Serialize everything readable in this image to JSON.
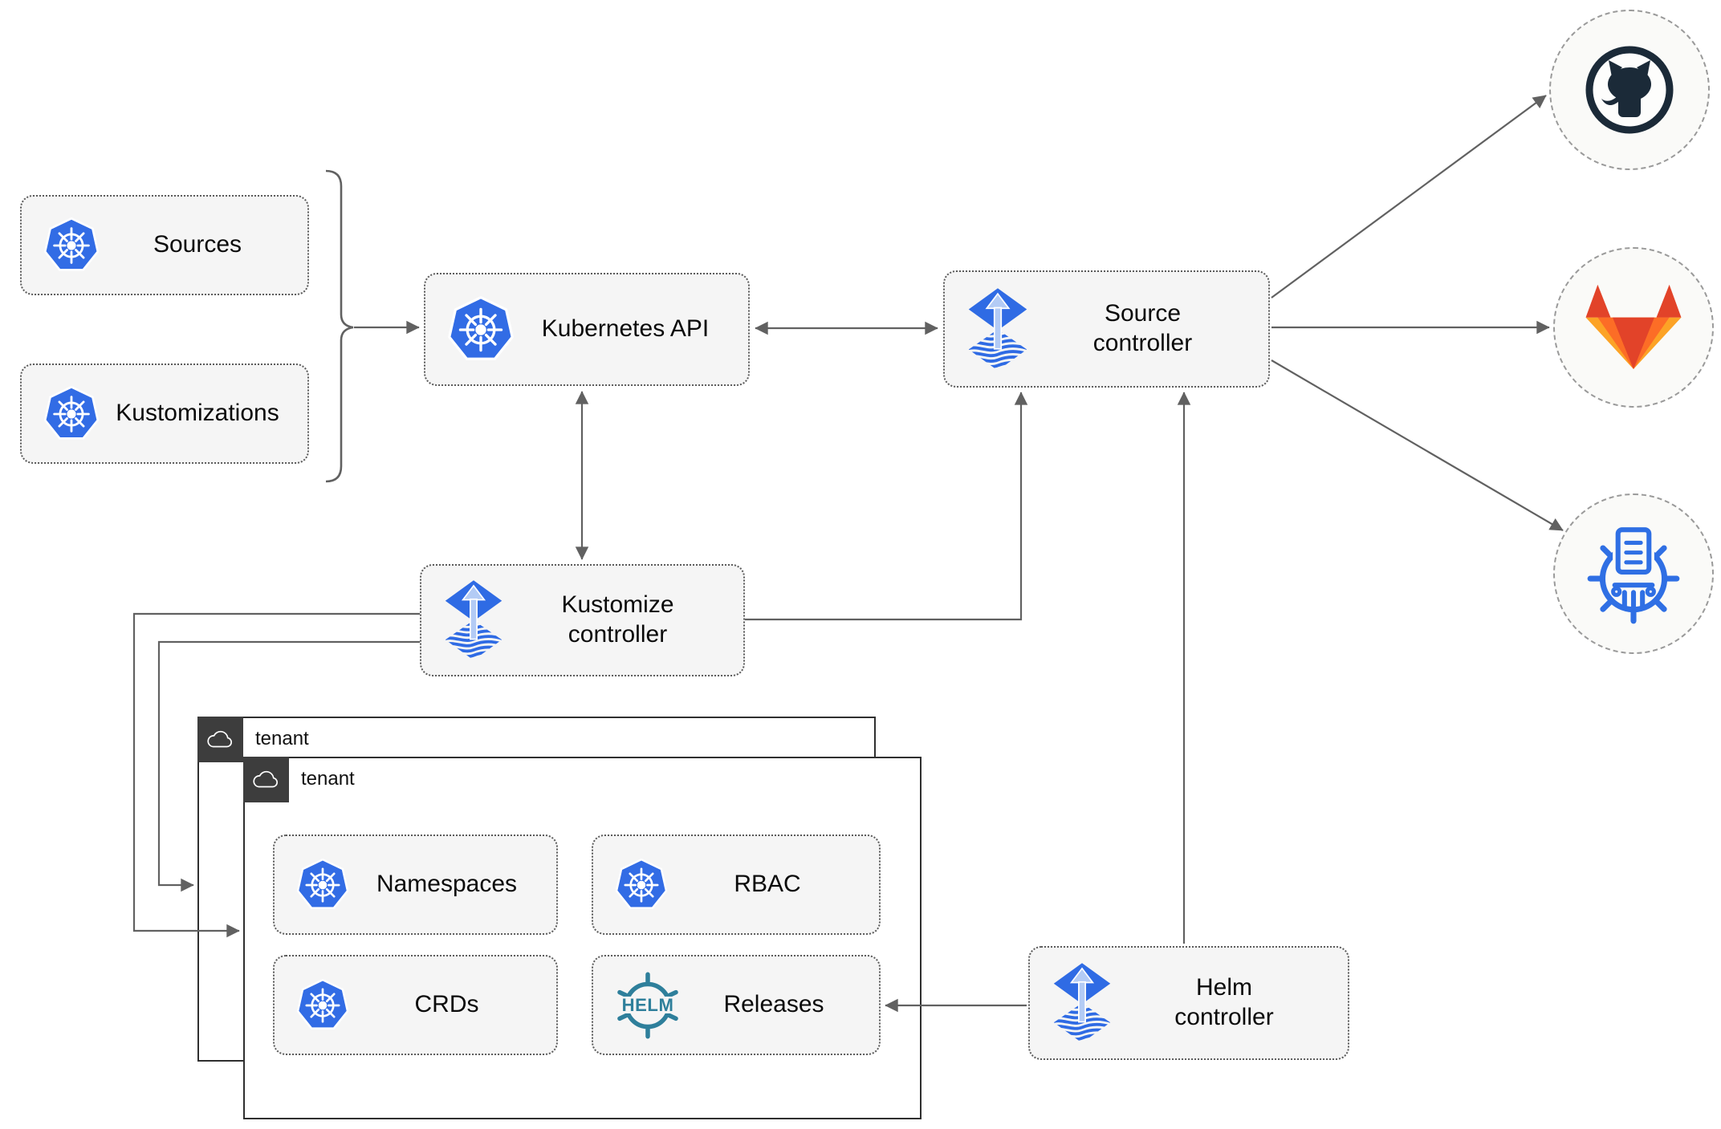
{
  "nodes": {
    "sources": {
      "label": "Sources",
      "icon": "kubernetes-icon"
    },
    "kustomizations": {
      "label": "Kustomizations",
      "icon": "kubernetes-icon"
    },
    "kubernetes_api": {
      "label": "Kubernetes API",
      "icon": "kubernetes-icon"
    },
    "source_controller": {
      "label": "Source controller",
      "icon": "flux-icon"
    },
    "kustomize_controller": {
      "label": "Kustomize controller",
      "icon": "flux-icon"
    },
    "helm_controller": {
      "label": "Helm controller",
      "icon": "flux-icon"
    }
  },
  "tenant_groups": {
    "outer": {
      "label": "tenant",
      "icon": "cloud-icon"
    },
    "inner": {
      "label": "tenant",
      "icon": "cloud-icon"
    }
  },
  "tenant_items": {
    "namespaces": {
      "label": "Namespaces",
      "icon": "kubernetes-icon"
    },
    "rbac": {
      "label": "RBAC",
      "icon": "kubernetes-icon"
    },
    "crds": {
      "label": "CRDs",
      "icon": "kubernetes-icon"
    },
    "releases": {
      "label": "Releases",
      "icon": "helm-wheel-icon"
    }
  },
  "remotes": {
    "github": {
      "icon": "github-icon"
    },
    "gitlab": {
      "icon": "gitlab-icon"
    },
    "helm_repository": {
      "icon": "helm-repository-icon"
    }
  },
  "icons": {
    "helm_logo_text": "HELM"
  },
  "edges": [
    {
      "from": "sources+kustomizations",
      "to": "kubernetes_api",
      "arrow": "single"
    },
    {
      "from": "kubernetes_api",
      "to": "source_controller",
      "arrow": "double"
    },
    {
      "from": "kubernetes_api",
      "to": "kustomize_controller",
      "arrow": "double"
    },
    {
      "from": "kustomize_controller",
      "to": "source_controller",
      "arrow": "single"
    },
    {
      "from": "kustomize_controller",
      "to": "tenant_outer",
      "arrow": "single"
    },
    {
      "from": "kustomize_controller",
      "to": "tenant_inner",
      "arrow": "single"
    },
    {
      "from": "helm_controller",
      "to": "source_controller",
      "arrow": "single"
    },
    {
      "from": "helm_controller",
      "to": "releases",
      "arrow": "single"
    },
    {
      "from": "source_controller",
      "to": "github",
      "arrow": "single"
    },
    {
      "from": "source_controller",
      "to": "gitlab",
      "arrow": "single"
    },
    {
      "from": "source_controller",
      "to": "helm_repository",
      "arrow": "single"
    }
  ],
  "colors": {
    "kubernetes_blue": "#326CE5",
    "flux_blue": "#2F6BE4",
    "flux_arrow_light": "#B3CBF5",
    "helm_teal": "#2E7F9B",
    "github_dark": "#1B2A38",
    "gitlab_red": "#E24329",
    "gitlab_orange": "#FC6D26",
    "gitlab_amber": "#FCA326",
    "registry_blue": "#2F6FE4",
    "connector_gray": "#616161",
    "node_fill": "#F5F5F5",
    "tenant_header_bg": "#3D3D3D"
  }
}
